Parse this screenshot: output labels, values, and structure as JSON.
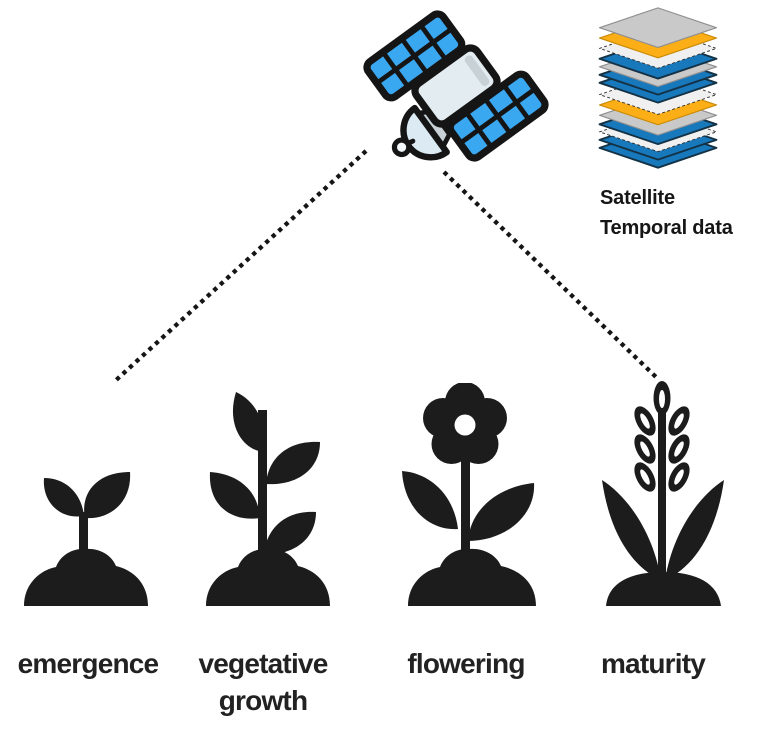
{
  "colors": {
    "background": "#ffffff",
    "icon": "#1c1c1c",
    "text": "#222222",
    "caption_text": "#161616",
    "satellite_body": "#e2ecf1",
    "satellite_dish": "#dceaf4",
    "satellite_panel": "#3aa7f1",
    "satellite_outline": "#151515",
    "satellite_shade": "#c7d1d6",
    "stack_gray": "#c9c9c9",
    "stack_yellow": "#fcae17",
    "stack_blue": "#1878bc",
    "stack_light": "#f0f0f0",
    "link": "#151515"
  },
  "satellite": {
    "icon": "satellite-icon"
  },
  "data_stack": {
    "icon": "layer-stack-icon",
    "caption_line1": "Satellite",
    "caption_line2": "Temporal data",
    "layers_top_to_bottom": [
      "gray",
      "yellow",
      "light",
      "blue",
      "gray",
      "blue",
      "blue",
      "light",
      "yellow",
      "gray",
      "blue",
      "light",
      "blue",
      "blue"
    ]
  },
  "links": [
    {
      "from": "satellite",
      "to": "emergence",
      "style": "dotted"
    },
    {
      "from": "satellite",
      "to": "maturity",
      "style": "dotted"
    }
  ],
  "stages": [
    {
      "label": "emergence",
      "icon": "sprout-icon"
    },
    {
      "label": "vegetative growth",
      "icon": "leafy-plant-icon"
    },
    {
      "label": "flowering",
      "icon": "flower-icon"
    },
    {
      "label": "maturity",
      "icon": "wheat-icon"
    }
  ]
}
